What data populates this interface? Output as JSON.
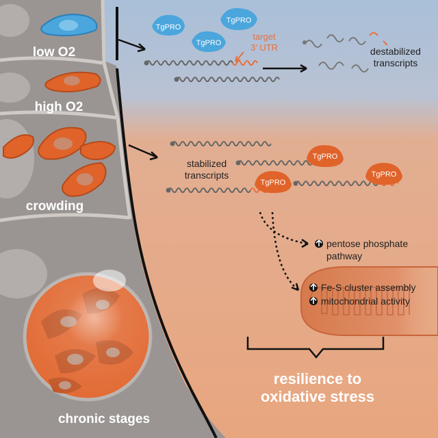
{
  "stages": {
    "low_o2": "low O2",
    "high_o2": "high O2",
    "crowding": "crowding",
    "chronic": "chronic stages"
  },
  "protein_label": "TgPRO",
  "target_utr": {
    "line1": "target",
    "line2": "3’ UTR"
  },
  "destabilized": {
    "line1": "destabilized",
    "line2": "transcripts"
  },
  "stabilized": {
    "line1": "stabilized",
    "line2": "transcripts"
  },
  "outcomes": {
    "pentose_line1": "pentose phosphate",
    "pentose_line2": "pathway",
    "fes": "Fe-S cluster assembly",
    "mito": "mitochondrial activity"
  },
  "resilience": {
    "line1": "resilience to",
    "line2": "oxidative stress"
  },
  "colors": {
    "blue_bg": "#a9bfd8",
    "orange_bg": "#e8a57f",
    "protein_blue": "#4aa6dc",
    "protein_orange": "#e0632a",
    "cell_gray": "#a9a6a4",
    "text_dark": "#222222",
    "accent": "#e8703c"
  }
}
